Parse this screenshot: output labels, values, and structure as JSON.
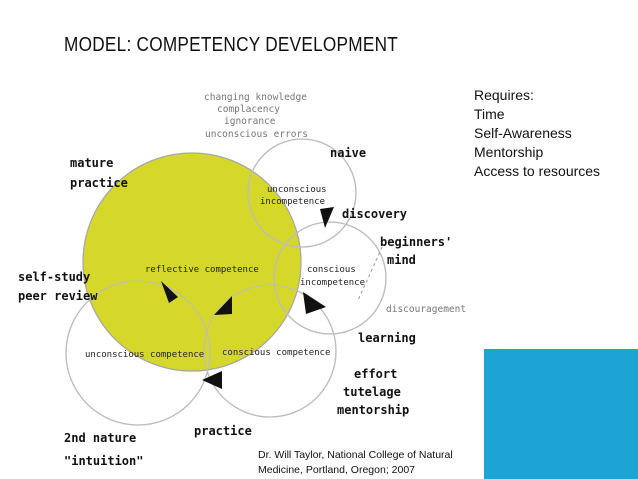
{
  "title": "MODEL: COMPETENCY DEVELOPMENT",
  "requires": {
    "heading": "Requires:",
    "items": [
      "Time",
      "Self-Awareness",
      "Mentorship",
      "Access to resources"
    ]
  },
  "credit": {
    "line1": "Dr. Will Taylor, National College of Natural",
    "line2": "Medicine, Portland, Oregon; 2007"
  },
  "diagram": {
    "top_notes": [
      "changing knowledge",
      "complacency",
      "ignorance",
      "unconscious errors"
    ],
    "circles": {
      "unconscious_incompetence": [
        "unconscious",
        "incompetence"
      ],
      "conscious_incompetence": [
        "conscious",
        "incompetence"
      ],
      "conscious_competence": "conscious competence",
      "unconscious_competence": "unconscious competence",
      "reflective_competence": "reflective competence"
    },
    "labels": {
      "mature_practice": [
        "mature",
        "practice"
      ],
      "naive": "naive",
      "discovery": "discovery",
      "beginners_mind": [
        "beginners'",
        "mind"
      ],
      "discouragement": "discouragement",
      "learning": "learning",
      "effort_tutelage_mentorship": [
        "effort",
        "tutelage",
        "mentorship"
      ],
      "practice": "practice",
      "second_nature": [
        "2nd nature",
        "\"intuition\""
      ],
      "self_study_peer_review": [
        "self-study",
        "peer review"
      ]
    },
    "colors": {
      "reflective_fill": "#d5d82a",
      "circle_stroke": "#bdbdbd",
      "teal": "#1da3d4"
    }
  }
}
